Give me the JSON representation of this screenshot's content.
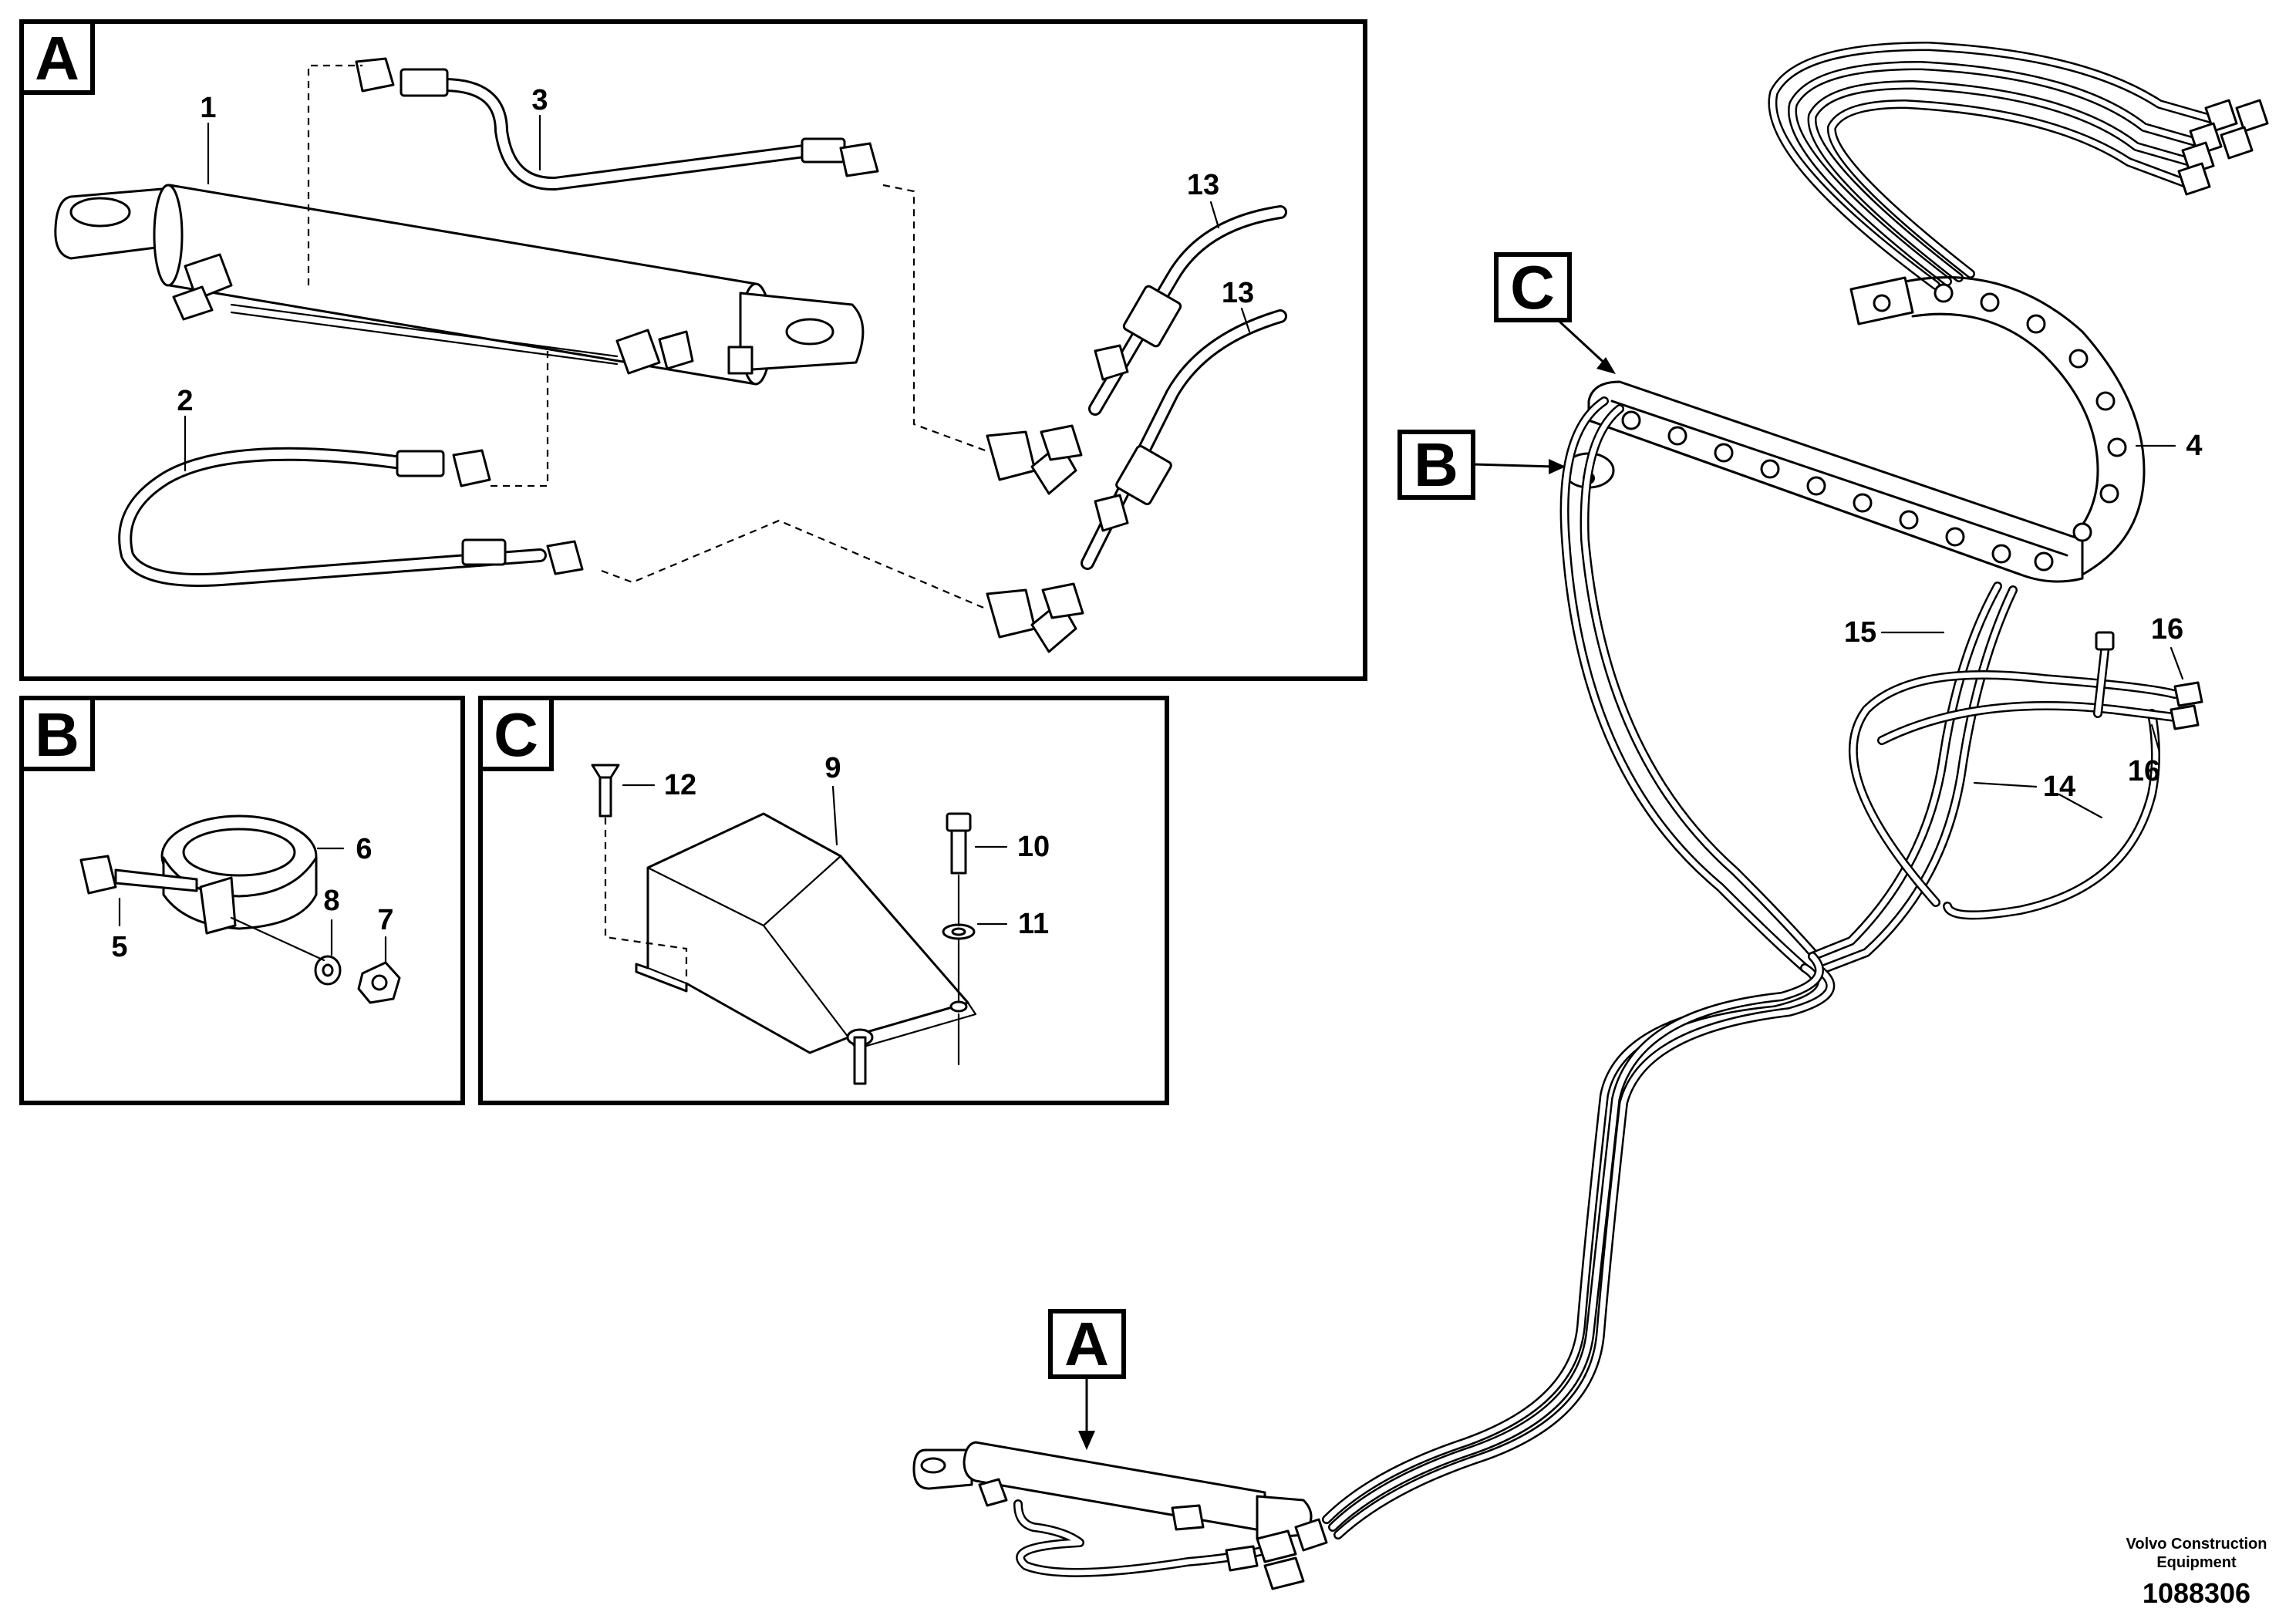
{
  "views": {
    "a": {
      "letter": "A"
    },
    "b": {
      "letter": "B"
    },
    "c": {
      "letter": "C"
    }
  },
  "callouts": {
    "a": "A",
    "b": "B",
    "c": "C"
  },
  "parts": {
    "p1": "1",
    "p2": "2",
    "p3": "3",
    "p4": "4",
    "p5": "5",
    "p6": "6",
    "p7": "7",
    "p8": "8",
    "p9": "9",
    "p10": "10",
    "p11": "11",
    "p12": "12",
    "p13": "13",
    "p14": "14",
    "p15": "15",
    "p16": "16"
  },
  "footer": {
    "brand_line1": "Volvo Construction",
    "brand_line2": "Equipment",
    "doc_number": "1088306"
  }
}
